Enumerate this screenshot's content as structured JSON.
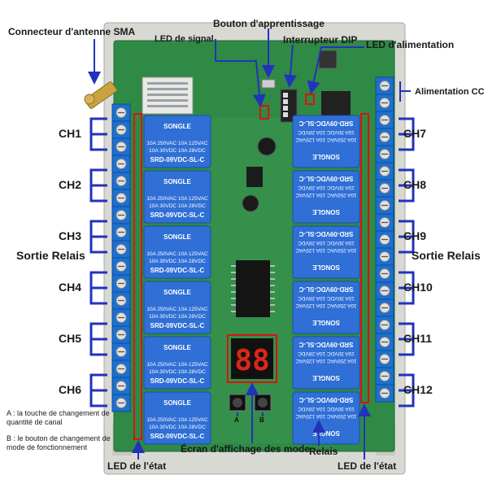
{
  "labels": {
    "sma_connector": "Connecteur d'antenne SMA",
    "signal_led": "LED de signal",
    "learn_button": "Bouton d'apprentissage",
    "dip_switch": "Interrupteur DIP",
    "power_led": "LED d'alimentation",
    "dc_power": "Alimentation CC",
    "relay_output_left": "Sortie Relais",
    "relay_output_right": "Sortie Relais",
    "status_led_left": "LED de l'état",
    "status_led_right": "LED de l'état",
    "mode_display": "Écran d'affichage des mode",
    "relays": "Relais",
    "button_a": "A",
    "button_b": "B"
  },
  "notes": {
    "note_a": "A : la touche de changement de quantité de canal",
    "note_b": "B : le bouton de changement de mode de fonctionnement"
  },
  "channels_left": [
    "CH1",
    "CH2",
    "CH3",
    "CH4",
    "CH5",
    "CH6"
  ],
  "channels_right": [
    "CH7",
    "CH8",
    "CH9",
    "CH10",
    "CH11",
    "CH12"
  ],
  "relay": {
    "brand": "SONGLE",
    "rating_line1": "10A 250VAC  10A 125VAC",
    "rating_line2": "10A  30VDC  10A  28VDC",
    "model": "SRD-09VDC-SL-C"
  },
  "display": {
    "digits": "88"
  },
  "colors": {
    "pcb": "#2f8a45",
    "terminal": "#1d6fd0",
    "relay": "#2f6fd6",
    "case": "#d9d9d4",
    "callout": "#2233bb",
    "highlight": "#dd1111",
    "segment": "#ff2a1a"
  }
}
